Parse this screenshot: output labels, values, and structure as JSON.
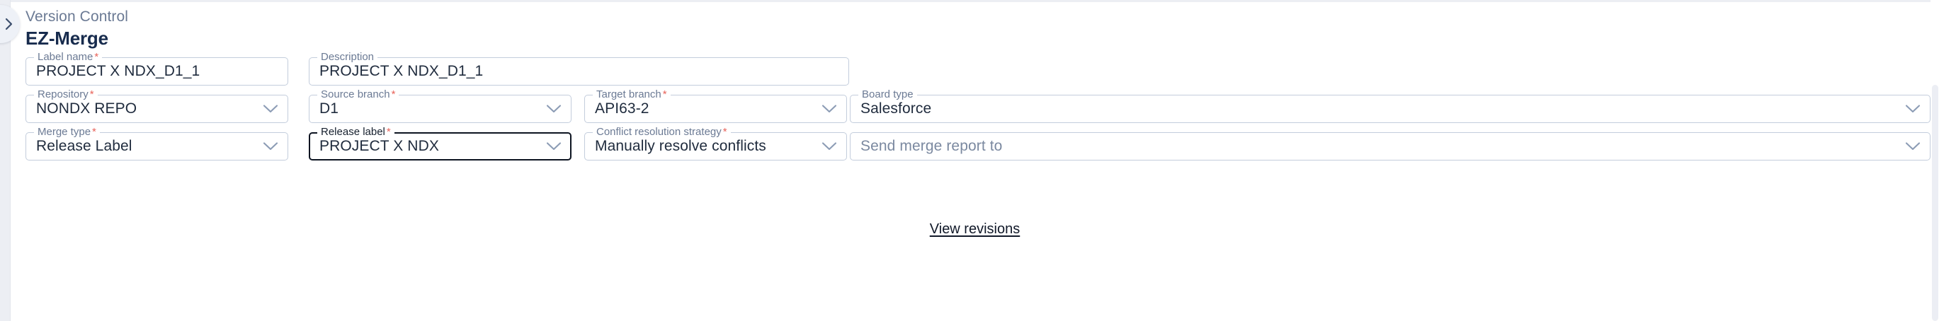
{
  "header": {
    "breadcrumb": "Version Control",
    "title": "EZ-Merge",
    "expand_icon": "chevron-right-icon"
  },
  "colors": {
    "required_marker": "#e8635a",
    "border": "#c3cddc",
    "border_focused": "#0d1421",
    "label": "#6b7a94",
    "value": "#1f2b3d",
    "title": "#172b4d"
  },
  "required_marker": "*",
  "caret_icon": "chevron-down-icon",
  "form": {
    "rows": [
      {
        "fields": [
          {
            "name": "label-name",
            "label": "Label name",
            "required": true,
            "value": "PROJECT X NDX_D1_1",
            "type": "text",
            "focused": false
          },
          {
            "name": "description",
            "label": "Description",
            "required": false,
            "value": "PROJECT X NDX_D1_1",
            "type": "text",
            "focused": false
          }
        ]
      },
      {
        "fields": [
          {
            "name": "repository",
            "label": "Repository",
            "required": true,
            "value": "NONDX REPO",
            "type": "select",
            "focused": false
          },
          {
            "name": "source-branch",
            "label": "Source branch",
            "required": true,
            "value": "D1",
            "type": "select",
            "focused": false
          },
          {
            "name": "target-branch",
            "label": "Target branch",
            "required": true,
            "value": "API63-2",
            "type": "select",
            "focused": false
          },
          {
            "name": "board-type",
            "label": "Board type",
            "required": false,
            "value": "Salesforce",
            "type": "select",
            "focused": false
          }
        ]
      },
      {
        "fields": [
          {
            "name": "merge-type",
            "label": "Merge type",
            "required": true,
            "value": "Release Label",
            "type": "select",
            "focused": false
          },
          {
            "name": "release-label",
            "label": "Release label",
            "required": true,
            "value": "PROJECT X NDX",
            "type": "select",
            "focused": true
          },
          {
            "name": "conflict-resolution-strategy",
            "label": "Conflict resolution strategy",
            "required": true,
            "value": "Manually resolve conflicts",
            "type": "select",
            "focused": false
          },
          {
            "name": "send-merge-report-to",
            "label": "",
            "required": false,
            "value": "",
            "placeholder": "Send merge report to",
            "type": "select",
            "focused": false
          }
        ]
      }
    ]
  },
  "footer": {
    "view_revisions_link": "View revisions"
  }
}
